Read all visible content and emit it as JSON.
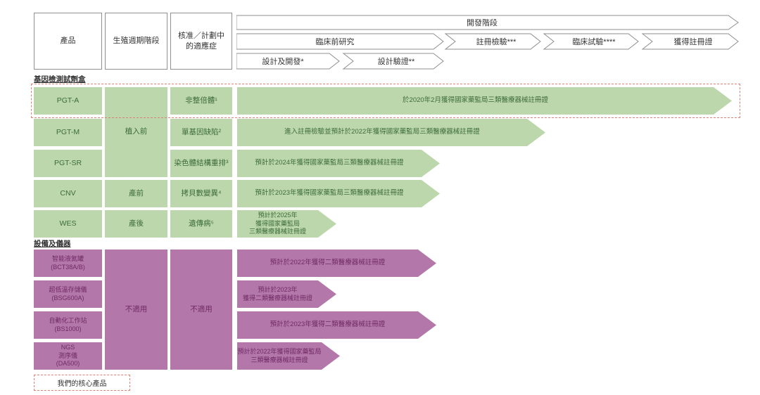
{
  "header": {
    "product": "產品",
    "cycle": "生殖週期階段",
    "indication": "核准／計劃中\n的適應症",
    "dev_stage": "開發階段",
    "preclinical": "臨床前研究",
    "design_dev": "設計及開發*",
    "design_ver": "設計驗證**",
    "reg_test": "註冊檢驗***",
    "clinical_trial": "臨床試驗****",
    "registration": "獲得註冊證"
  },
  "colors": {
    "kit_fill": "#bcd7ab",
    "kit_text": "#3c6b39",
    "device_fill": "#b377a9",
    "device_text": "#702b65",
    "core_outline": "#dd8077"
  },
  "kits": {
    "section_label": "基因檢測試劑盒",
    "merged_cycle": "植入前",
    "rows": [
      {
        "product": "PGT-A",
        "indication": "非整倍體¹",
        "progress": "於2020年2月獲得國家藥監局三類醫療器械註冊證",
        "is_core": true
      },
      {
        "product": "PGT-M",
        "indication": "單基因缺陷²",
        "progress": "進入註冊檢驗並預計於2022年獲得國家藥監局三類醫療器械註冊證"
      },
      {
        "product": "PGT-SR",
        "indication": "染色體結構重排³",
        "progress": "預計於2024年獲得國家藥監局三類醫療器械註冊證"
      },
      {
        "product": "CNV",
        "cycle": "產前",
        "indication": "拷貝數變異⁴",
        "progress": "預計於2023年獲得國家藥監局三類醫療器械註冊證"
      },
      {
        "product": "WES",
        "cycle": "產後",
        "indication": "遺傳病⁵",
        "progress": "預計於2025年\n獲得國家藥監局\n三類醫療器械註冊證"
      }
    ]
  },
  "devices": {
    "section_label": "設備及儀器",
    "merged_cycle": "不適用",
    "merged_indication": "不適用",
    "rows": [
      {
        "product": "智能液氮罐\n(BCT38A/B)",
        "progress": "預計於2022年獲得二類醫療器械註冊證"
      },
      {
        "product": "超低溫存儲儀\n(BSG600A)",
        "progress": "預計於2023年\n獲得二類醫療器械註冊證"
      },
      {
        "product": "自動化工作站\n(BS1000)",
        "progress": "預計於2023年獲得二類醫療器械註冊證"
      },
      {
        "product": "NGS\n測序儀\n(DA500)",
        "progress": "預計於2022年獲得國家藥監局\n三類醫療器械註冊證"
      }
    ]
  },
  "legend": {
    "core_products": "我們的核心產品"
  }
}
